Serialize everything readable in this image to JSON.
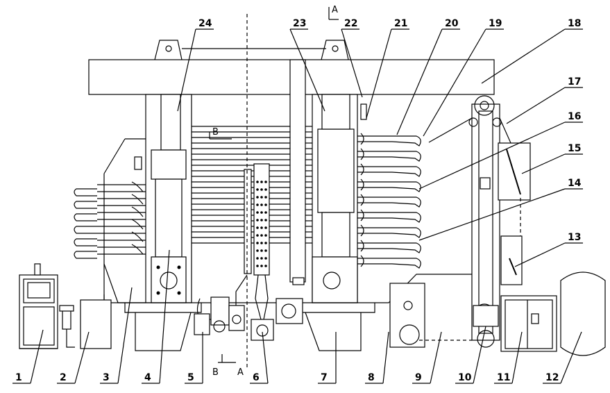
{
  "part_numbers": [
    "1",
    "2",
    "3",
    "4",
    "5",
    "6",
    "7",
    "8",
    "9",
    "10",
    "11",
    "12",
    "13",
    "14",
    "15",
    "16",
    "17",
    "18",
    "19",
    "20",
    "21",
    "22",
    "23",
    "24"
  ],
  "section_marks": {
    "a_top": "A",
    "b_mid": "B",
    "b_bottom": "B",
    "a_bottom": "A"
  }
}
